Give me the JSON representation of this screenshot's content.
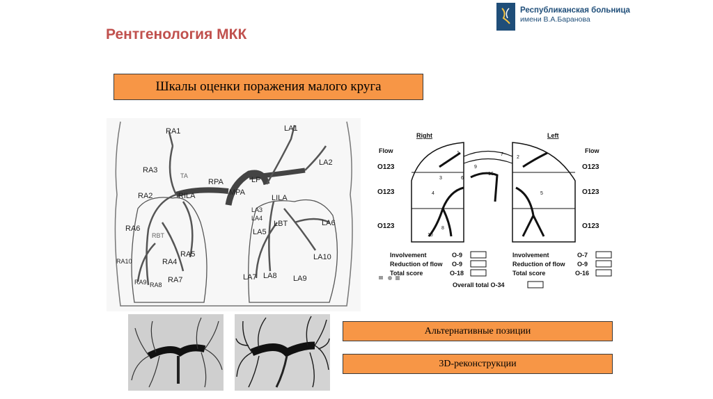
{
  "header": {
    "title": "Рентгенология МКК",
    "logo": {
      "line1": "Республиканская больница",
      "line2": "имени В.А.Баранова"
    }
  },
  "boxes": {
    "main": "Шкалы оценки поражения малого круга",
    "alt_positions": "Альтернативные позиции",
    "reconstruction": "3D-реконструкции"
  },
  "diagram_left": {
    "labels": [
      "RA1",
      "LA1",
      "RA3",
      "TA",
      "LA2",
      "RPA",
      "LP",
      "MPA",
      "RA2",
      "RILA",
      "LILA",
      "LA3",
      "LA4",
      "RA6",
      "LBT",
      "LA6",
      "LA5",
      "RBT",
      "RA5",
      "RA10",
      "RA4",
      "LA10",
      "LA7",
      "LA8",
      "RA7",
      "LA9",
      "RA9",
      "RA8"
    ]
  },
  "diagram_right": {
    "right_label": "Right",
    "left_label": "Left",
    "flow_label": "Flow",
    "flow_scale": "O123",
    "segment_numbers": [
      "1",
      "2",
      "3",
      "4",
      "5",
      "6",
      "7",
      "8",
      "9",
      "10",
      "16"
    ],
    "right_scores": [
      {
        "label": "Involvement",
        "range": "O-9"
      },
      {
        "label": "Reduction of flow",
        "range": "O-9"
      },
      {
        "label": "Total score",
        "range": "O-18"
      }
    ],
    "left_scores": [
      {
        "label": "Involvement",
        "range": "O-7"
      },
      {
        "label": "Reduction of flow",
        "range": "O-9"
      },
      {
        "label": "Total score",
        "range": "O-16"
      }
    ],
    "overall": "Overall total  O-34"
  }
}
